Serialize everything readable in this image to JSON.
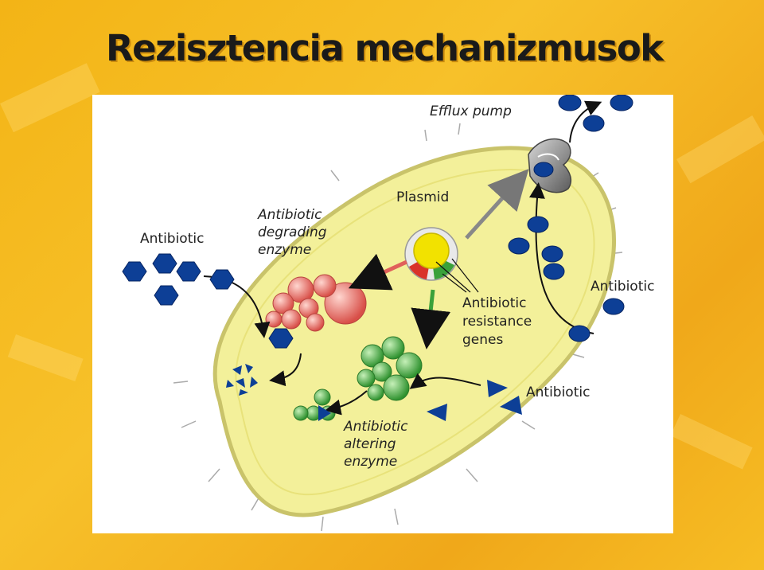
{
  "slide": {
    "title": "Rezisztencia mechanizmusok"
  },
  "diagram": {
    "labels": {
      "efflux_pump": "Efflux pump",
      "plasmid": "Plasmid",
      "degrading_enzyme": [
        "Antibiotic",
        "degrading",
        "enzyme"
      ],
      "antibiotic_left": "Antibiotic",
      "antibiotic_right_top": "Antibiotic",
      "resistance_genes": [
        "Antibiotic",
        "resistance",
        "genes"
      ],
      "antibiotic_right_bottom": "Antibiotic",
      "altering_enzyme": [
        "Antibiotic",
        "altering",
        "enzyme"
      ]
    },
    "colors": {
      "cell_fill": "#f3f09a",
      "cell_outline": "#c9c36a",
      "antibiotic_blue": "#0d3f96",
      "degrading_enzyme_red": "#e0605a",
      "altering_enzyme_green": "#3aa13a",
      "plasmid_yellow": "#f2e200"
    }
  }
}
